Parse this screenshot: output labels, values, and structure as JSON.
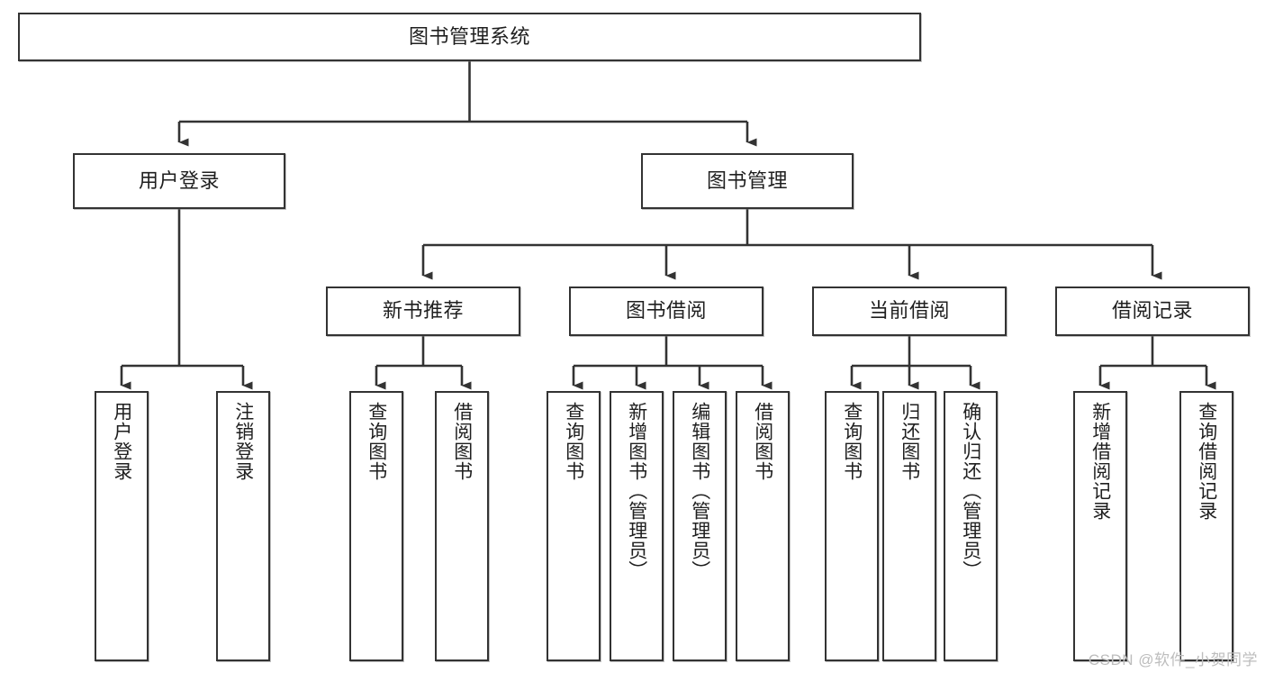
{
  "diagram": {
    "title": "图书管理系统",
    "type": "tree-hierarchy",
    "watermark": "CSDN @软件_小贺同学",
    "colors": {
      "box_border": "#333333",
      "box_fill": "#ffffff",
      "connector": "#333333",
      "text": "#1f1f1f",
      "watermark": "#bdbdbd"
    },
    "root": {
      "label": "图书管理系统"
    },
    "level2": [
      {
        "label": "用户登录"
      },
      {
        "label": "图书管理"
      }
    ],
    "level3": [
      {
        "label": "新书推荐"
      },
      {
        "label": "图书借阅"
      },
      {
        "label": "当前借阅"
      },
      {
        "label": "借阅记录"
      }
    ],
    "leaves": {
      "user_login": [
        {
          "label": "用户登录"
        },
        {
          "label": "注销登录"
        }
      ],
      "new_book_recommend": [
        {
          "label": "查询图书"
        },
        {
          "label": "借阅图书"
        }
      ],
      "book_borrow": [
        {
          "label": "查询图书"
        },
        {
          "label": "新增图书（管理员）"
        },
        {
          "label": "编辑图书（管理员）"
        },
        {
          "label": "借阅图书"
        }
      ],
      "current_borrow": [
        {
          "label": "查询图书"
        },
        {
          "label": "归还图书"
        },
        {
          "label": "确认归还（管理员）"
        }
      ],
      "borrow_record": [
        {
          "label": "新增借阅记录"
        },
        {
          "label": "查询借阅记录"
        }
      ]
    }
  }
}
